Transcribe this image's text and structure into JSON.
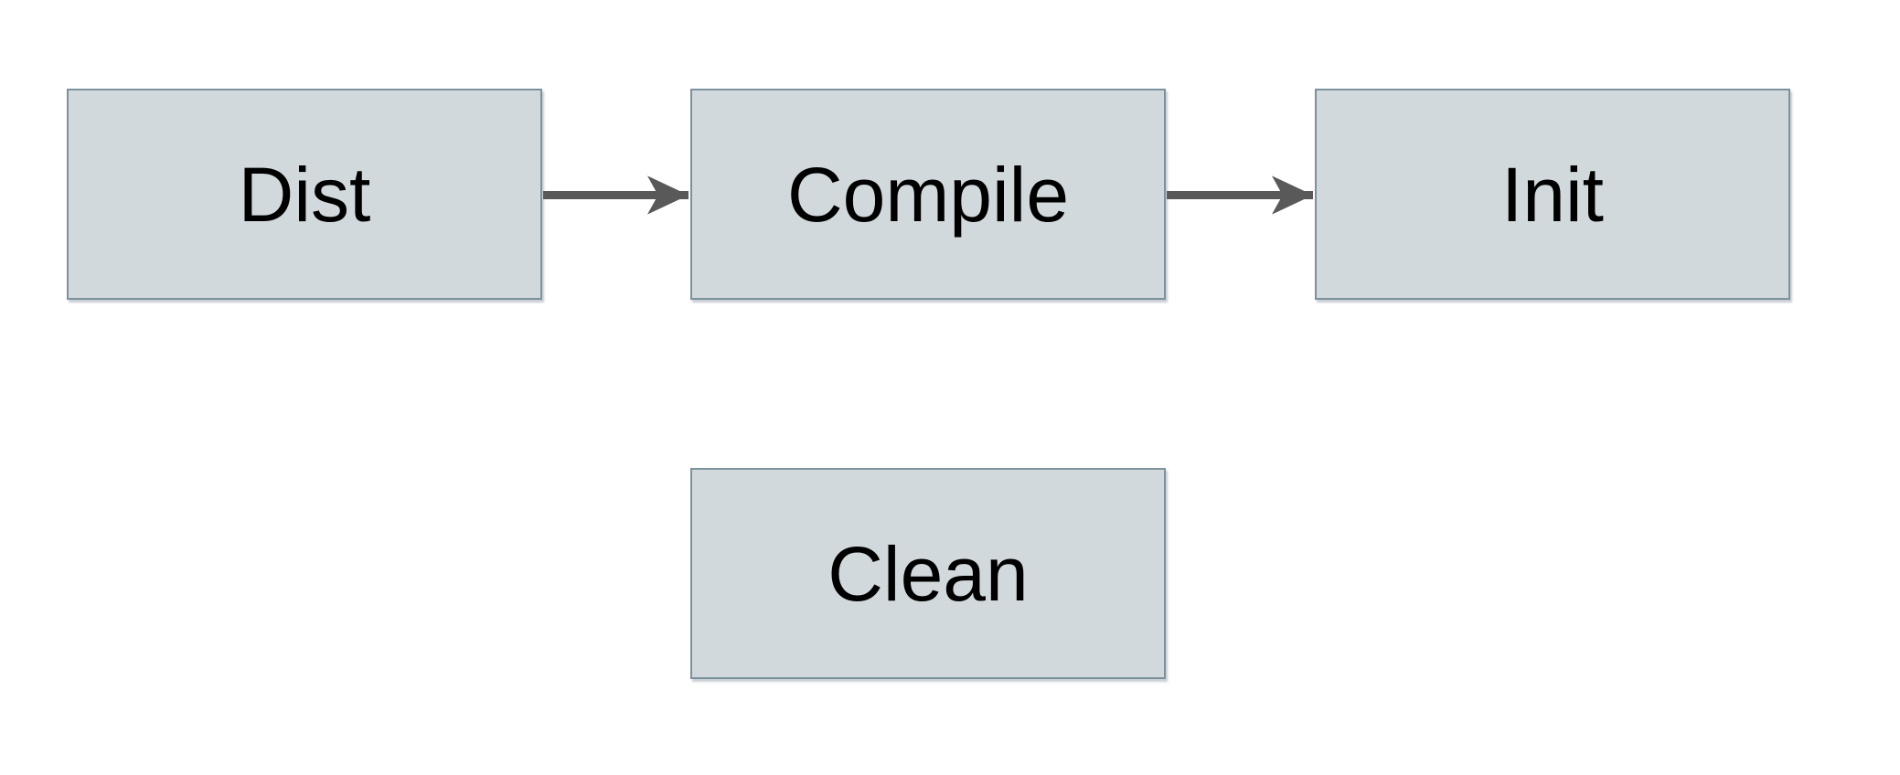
{
  "diagram": {
    "nodes": [
      {
        "id": "dist",
        "label": "Dist"
      },
      {
        "id": "compile",
        "label": "Compile"
      },
      {
        "id": "init",
        "label": "Init"
      },
      {
        "id": "clean",
        "label": "Clean"
      }
    ],
    "edges": [
      {
        "from": "dist",
        "to": "compile"
      },
      {
        "from": "compile",
        "to": "init"
      }
    ]
  },
  "colors": {
    "canvas-bg": "#ffffff",
    "node-fill": "#d2d9dc",
    "node-border": "#7b929c",
    "node-text": "#000000",
    "arrow": "#595959"
  }
}
